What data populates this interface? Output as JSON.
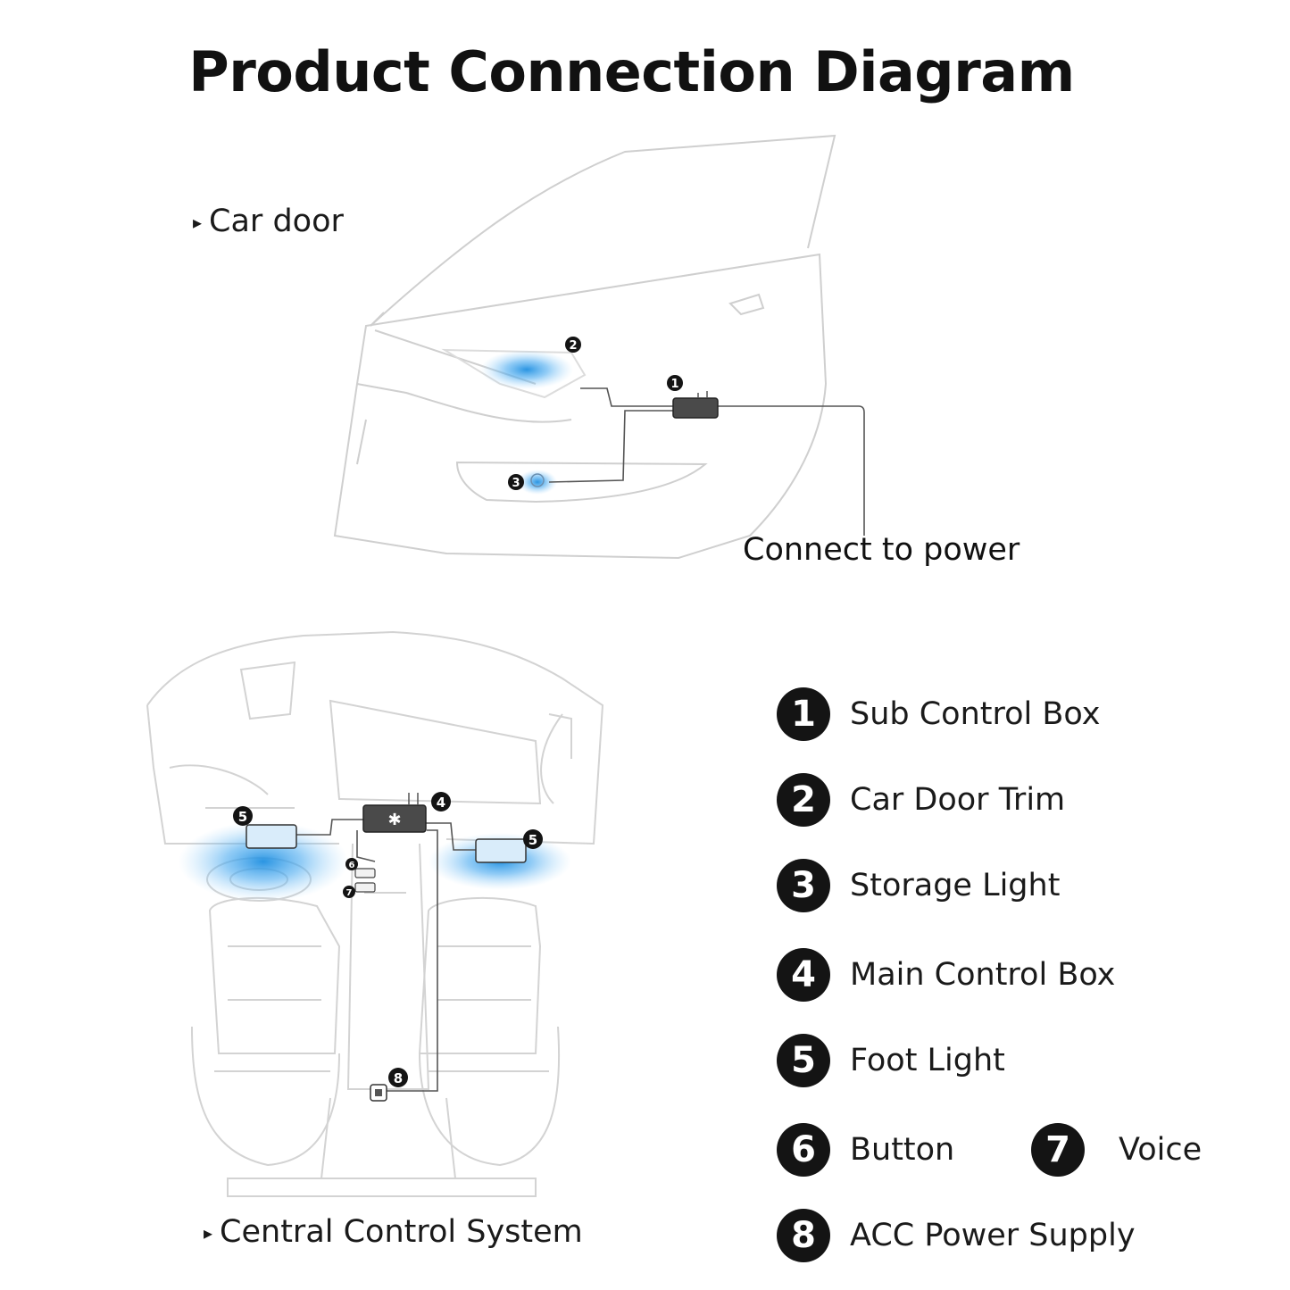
{
  "title": "Product Connection Diagram",
  "door_section": {
    "label": "Car door",
    "power_label": "Connect to power",
    "callouts": [
      "1",
      "2",
      "3"
    ]
  },
  "central_section": {
    "label": "Central Control System",
    "callouts": [
      "4",
      "5",
      "5",
      "6",
      "7",
      "8"
    ]
  },
  "legend": [
    {
      "num": "1",
      "label": "Sub Control Box"
    },
    {
      "num": "2",
      "label": "Car Door Trim"
    },
    {
      "num": "3",
      "label": "Storage Light"
    },
    {
      "num": "4",
      "label": "Main Control Box"
    },
    {
      "num": "5",
      "label": "Foot Light"
    },
    {
      "num": "6",
      "label": "Button"
    },
    {
      "num": "7",
      "label": "Voice"
    },
    {
      "num": "8",
      "label": "ACC Power Supply"
    }
  ],
  "colors": {
    "glow": "#3aa0e6",
    "line": "#cfcfcf",
    "wire": "#555555",
    "badge": "#141414"
  }
}
